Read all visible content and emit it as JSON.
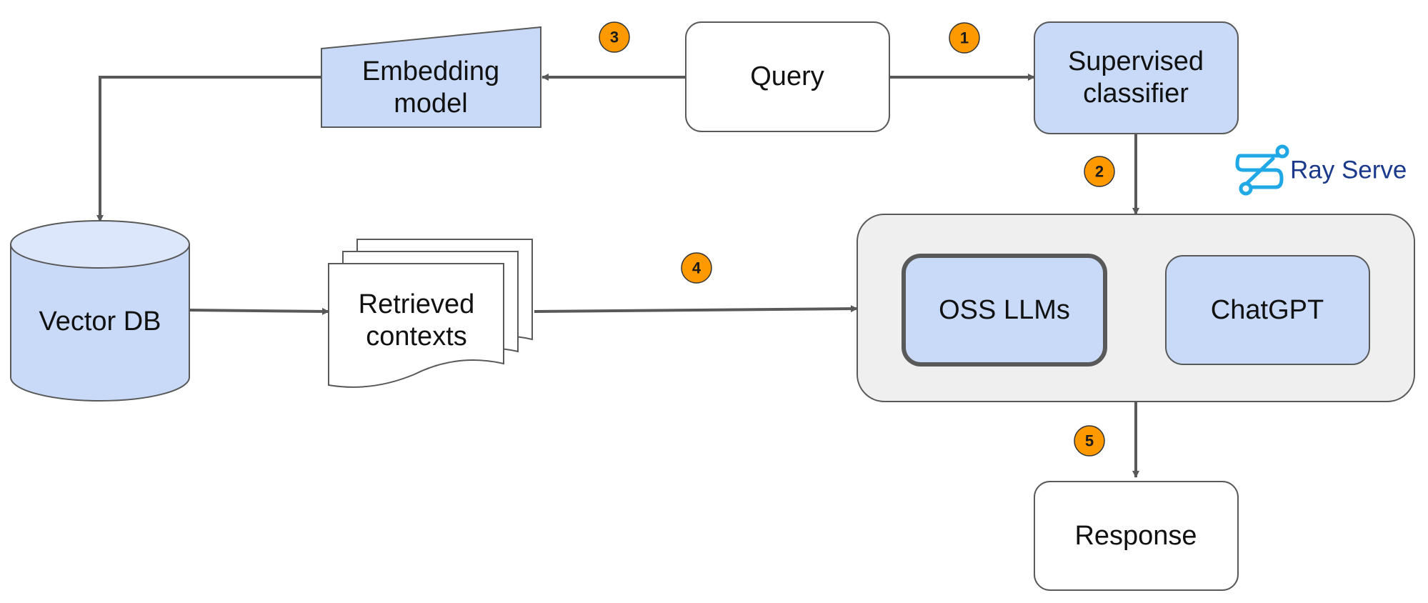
{
  "nodes": {
    "query": "Query",
    "embedding_model": [
      "Embedding",
      "model"
    ],
    "supervised_classifier": [
      "Supervised",
      "classifier"
    ],
    "vector_db": "Vector DB",
    "retrieved_contexts": [
      "Retrieved",
      "contexts"
    ],
    "oss_llms": "OSS LLMs",
    "chatgpt": "ChatGPT",
    "response": "Response"
  },
  "steps": [
    "1",
    "2",
    "3",
    "4",
    "5"
  ],
  "logo": {
    "text": "Ray Serve"
  },
  "colors": {
    "node_fill": "#c9daf8",
    "node_stroke": "#595959",
    "white_fill": "#ffffff",
    "group_fill": "#efefef",
    "badge_fill": "#ff9900",
    "arrow": "#595959",
    "logo_blue": "#1b3a8c",
    "logo_cyan": "#1fa7e6"
  }
}
